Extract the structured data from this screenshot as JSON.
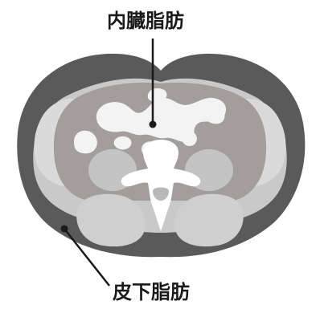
{
  "labels": {
    "visceral_fat": "内臓脂肪",
    "subcutaneous_fat": "皮下脂肪"
  },
  "colors": {
    "skin_outline": "#4d4d4d",
    "subcutaneous_fat": "#5e5e5e",
    "muscle": "#c8c8c8",
    "muscle_light": "#dadada",
    "visceral_region": "#a39e9b",
    "visceral_fat_blobs": "#f2f2f2",
    "bone": "#ffffff",
    "bone_inner": "#b5b5b5",
    "leader_line": "#1a1a1a"
  },
  "icons": {
    "visceral_marker": "dot",
    "subcutaneous_marker": "dot"
  }
}
